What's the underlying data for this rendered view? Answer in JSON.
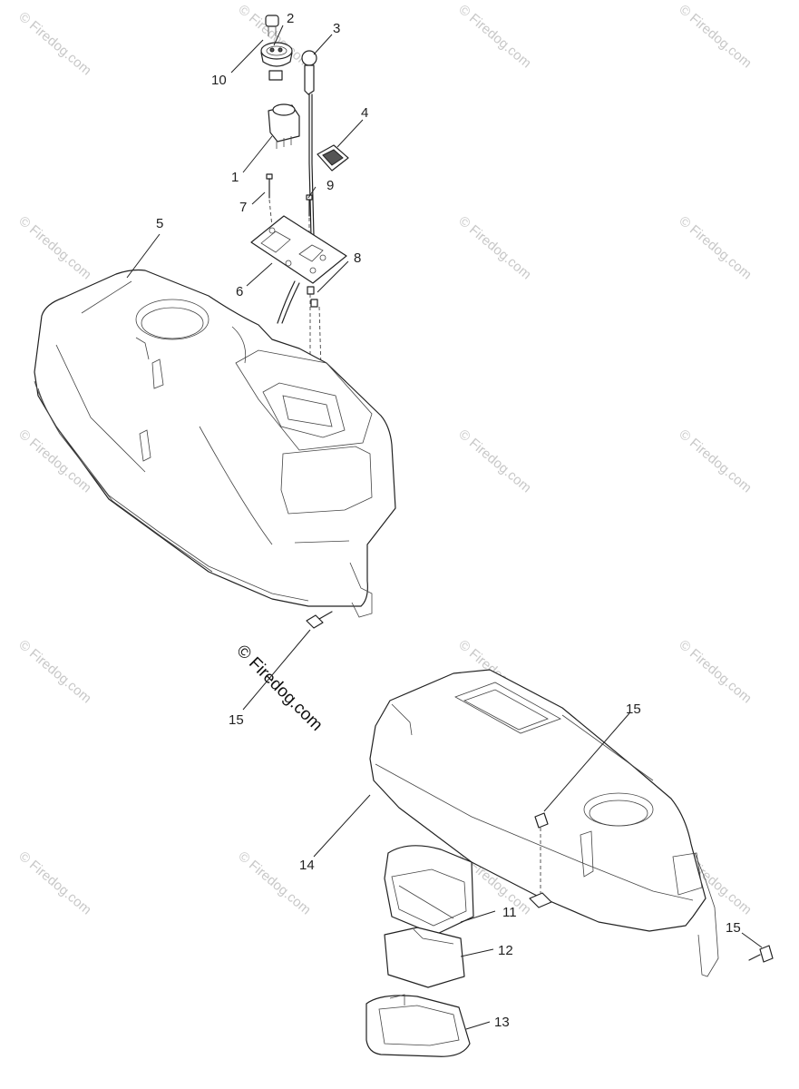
{
  "watermark": {
    "tile_text": "© Firedog.com",
    "main_text": "© Firedog.com"
  },
  "callouts": {
    "c1": "1",
    "c2": "2",
    "c3": "3",
    "c4": "4",
    "c5": "5",
    "c6": "6",
    "c7": "7",
    "c8": "8",
    "c9": "9",
    "c10": "10",
    "c11": "11",
    "c12": "12",
    "c13": "13",
    "c14": "14",
    "c15a": "15",
    "c15b": "15",
    "c15c": "15"
  }
}
